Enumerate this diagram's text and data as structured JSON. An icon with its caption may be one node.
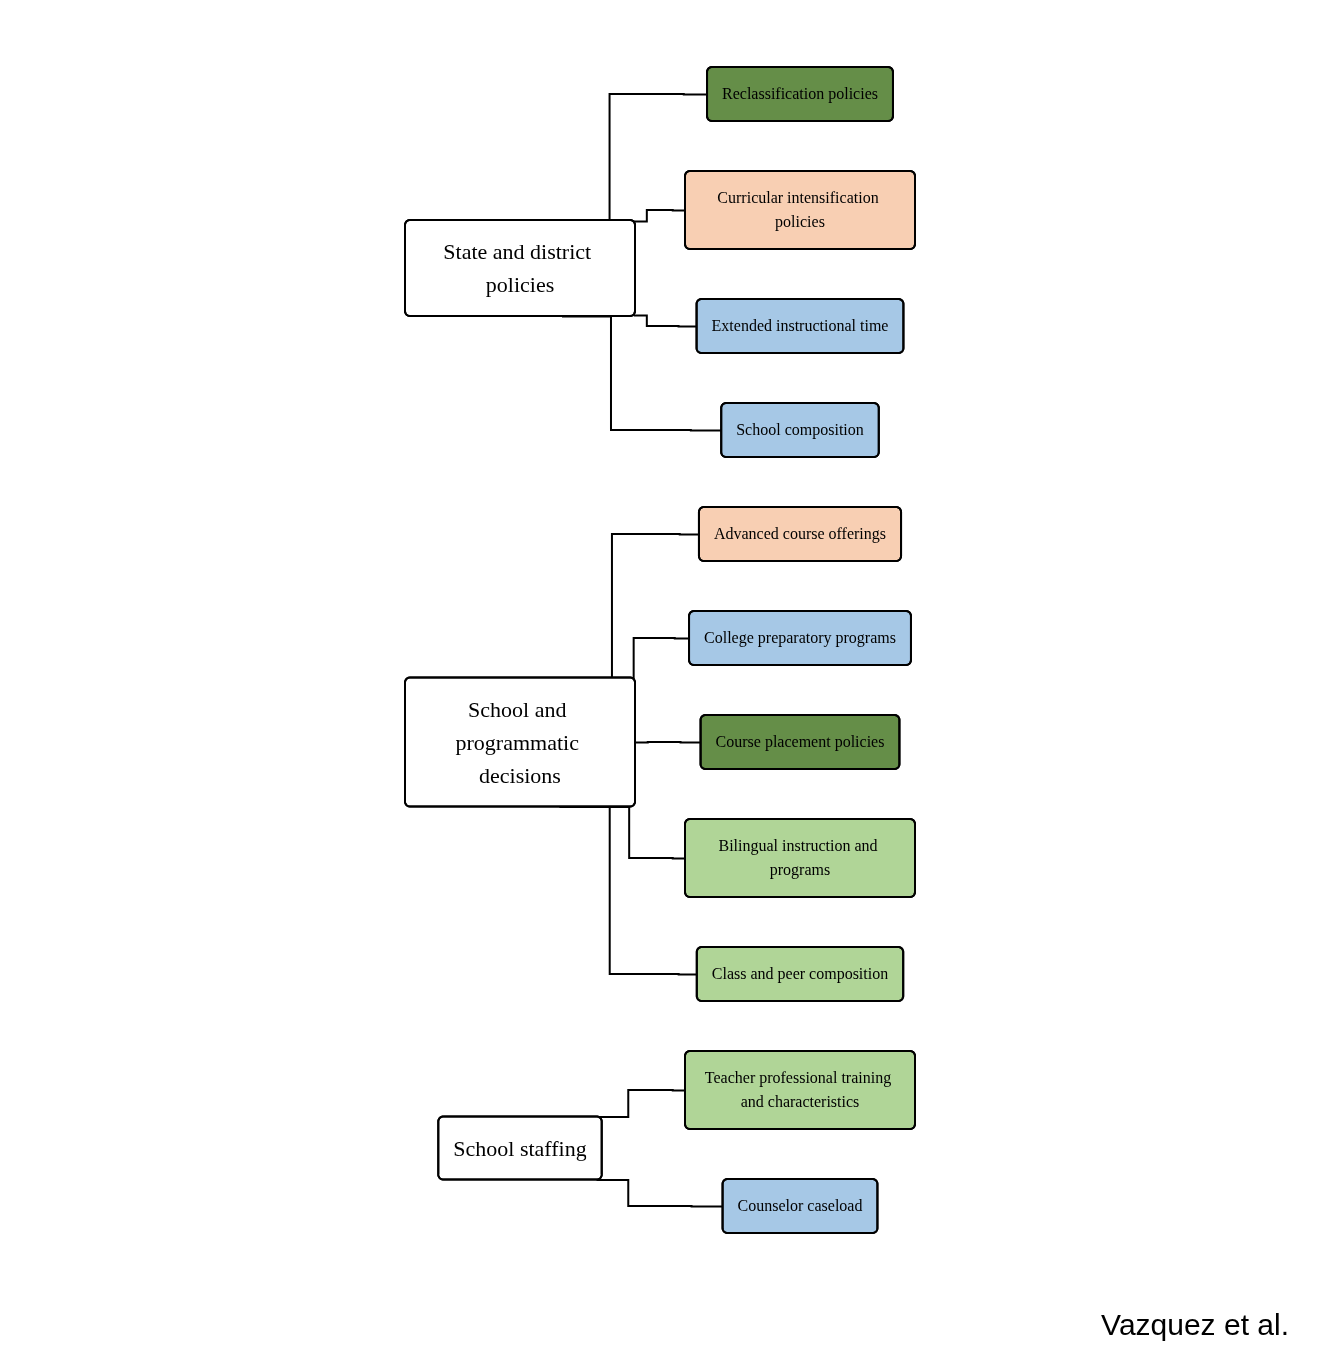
{
  "diagram": {
    "nodes": [
      {
        "text": [
          "State and district policies"
        ]
      },
      {
        "text": [
          "Reclassification policies"
        ]
      },
      {
        "text": [
          "Curricular intensification policies"
        ]
      },
      {
        "text": [
          "Extended instructional time"
        ]
      },
      {
        "text": [
          "School composition"
        ]
      },
      {
        "text": [
          "School and programmatic decisions"
        ]
      },
      {
        "text": [
          "Advanced course offerings"
        ]
      },
      {
        "text": [
          "College preparatory programs"
        ]
      },
      {
        "text": [
          "Course placement policies"
        ]
      },
      {
        "text": [
          "Bilingual instruction and programs"
        ]
      },
      {
        "text": [
          "Class and peer composition"
        ]
      },
      {
        "text": [
          "School staffing"
        ]
      },
      {
        "text": [
          "Teacher professional training and characteristics"
        ]
      },
      {
        "text": [
          "Counselor caseload"
        ]
      }
    ],
    "edges": [
      {
        "from": 0,
        "to": 1,
        "arrow": "none"
      },
      {
        "from": 0,
        "to": 2,
        "arrow": "none"
      },
      {
        "from": 0,
        "to": 3,
        "arrow": "none"
      },
      {
        "from": 0,
        "to": 4,
        "arrow": "none"
      },
      {
        "from": 5,
        "to": 6,
        "arrow": "none"
      },
      {
        "from": 5,
        "to": 7,
        "arrow": "none"
      },
      {
        "from": 5,
        "to": 8,
        "arrow": "none"
      },
      {
        "from": 5,
        "to": 9,
        "arrow": "none"
      },
      {
        "from": 5,
        "to": 10,
        "arrow": "none"
      },
      {
        "from": 11,
        "to": 12,
        "arrow": "none"
      },
      {
        "from": 11,
        "to": 13,
        "arrow": "none"
      }
    ],
    "labels": [
      "Vazquez et al."
    ]
  }
}
